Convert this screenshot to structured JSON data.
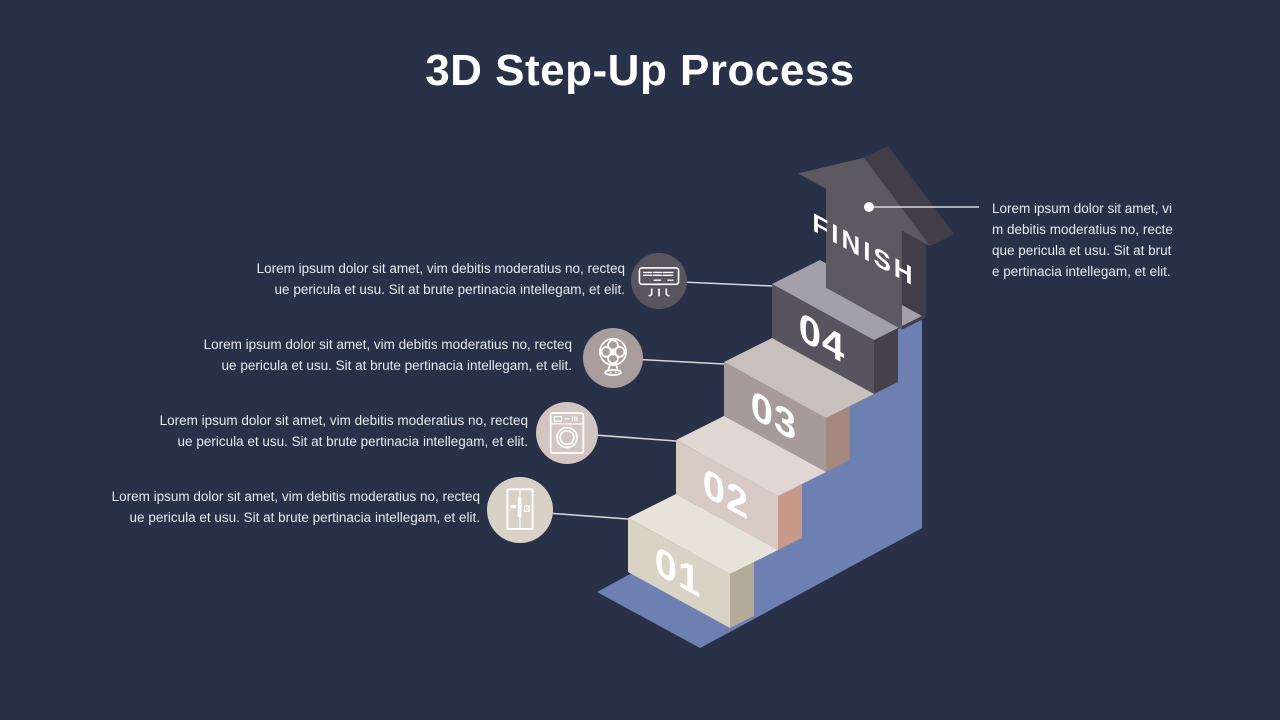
{
  "title": "3D Step-Up Process",
  "finish": {
    "label": "FINISH",
    "lines": [
      "Lorem ipsum dolor sit amet, vi",
      "m debitis moderatius no, recte",
      "que pericula et usu. Sit at brut",
      "e pertinacia intellegam, et elit."
    ]
  },
  "items": [
    {
      "step": "04",
      "icon": "air-conditioner-icon",
      "lines": [
        "Lorem ipsum dolor sit amet, vim debitis moderatius no, recteq",
        "ue pericula et usu. Sit at brute pertinacia intellegam, et elit."
      ]
    },
    {
      "step": "03",
      "icon": "fan-icon",
      "lines": [
        "Lorem ipsum dolor sit amet, vim debitis moderatius no, recteq",
        "ue pericula et usu. Sit at brute pertinacia intellegam, et elit."
      ]
    },
    {
      "step": "02",
      "icon": "washing-machine-icon",
      "lines": [
        "Lorem ipsum dolor sit amet, vim debitis moderatius no, recteq",
        "ue pericula et usu. Sit at brute pertinacia intellegam, et elit."
      ]
    },
    {
      "step": "01",
      "icon": "refrigerator-icon",
      "lines": [
        "Lorem ipsum dolor sit amet, vim debitis moderatius no, recteq",
        "ue pericula et usu. Sit at brute pertinacia intellegam, et elit."
      ]
    }
  ],
  "colors": {
    "background": "#293149",
    "platform_blue": "#6e80b2",
    "arrow_front": "#5c5963",
    "arrow_side": "#413e49",
    "step01_front": "#d9d3c6",
    "step01_top": "#e7e3da",
    "step01_side": "#b4aa98",
    "step02_front": "#d8cac5",
    "step02_top": "#e0d7d2",
    "step02_side": "#c79a8a",
    "step03_front": "#a69b99",
    "step03_top": "#c7c0bd",
    "step03_side": "#a5887d",
    "step04_front": "#57535f",
    "step04_top": "#a2a1ab",
    "step04_side": "#45424d",
    "circle_04": "#59555f",
    "circle_03": "#a89d9c",
    "circle_02": "#d3c5bf",
    "circle_01": "#d8d2c6",
    "connector": "#d8d8dc",
    "body_text": "#e9eaef",
    "title_text": "#ffffff"
  }
}
